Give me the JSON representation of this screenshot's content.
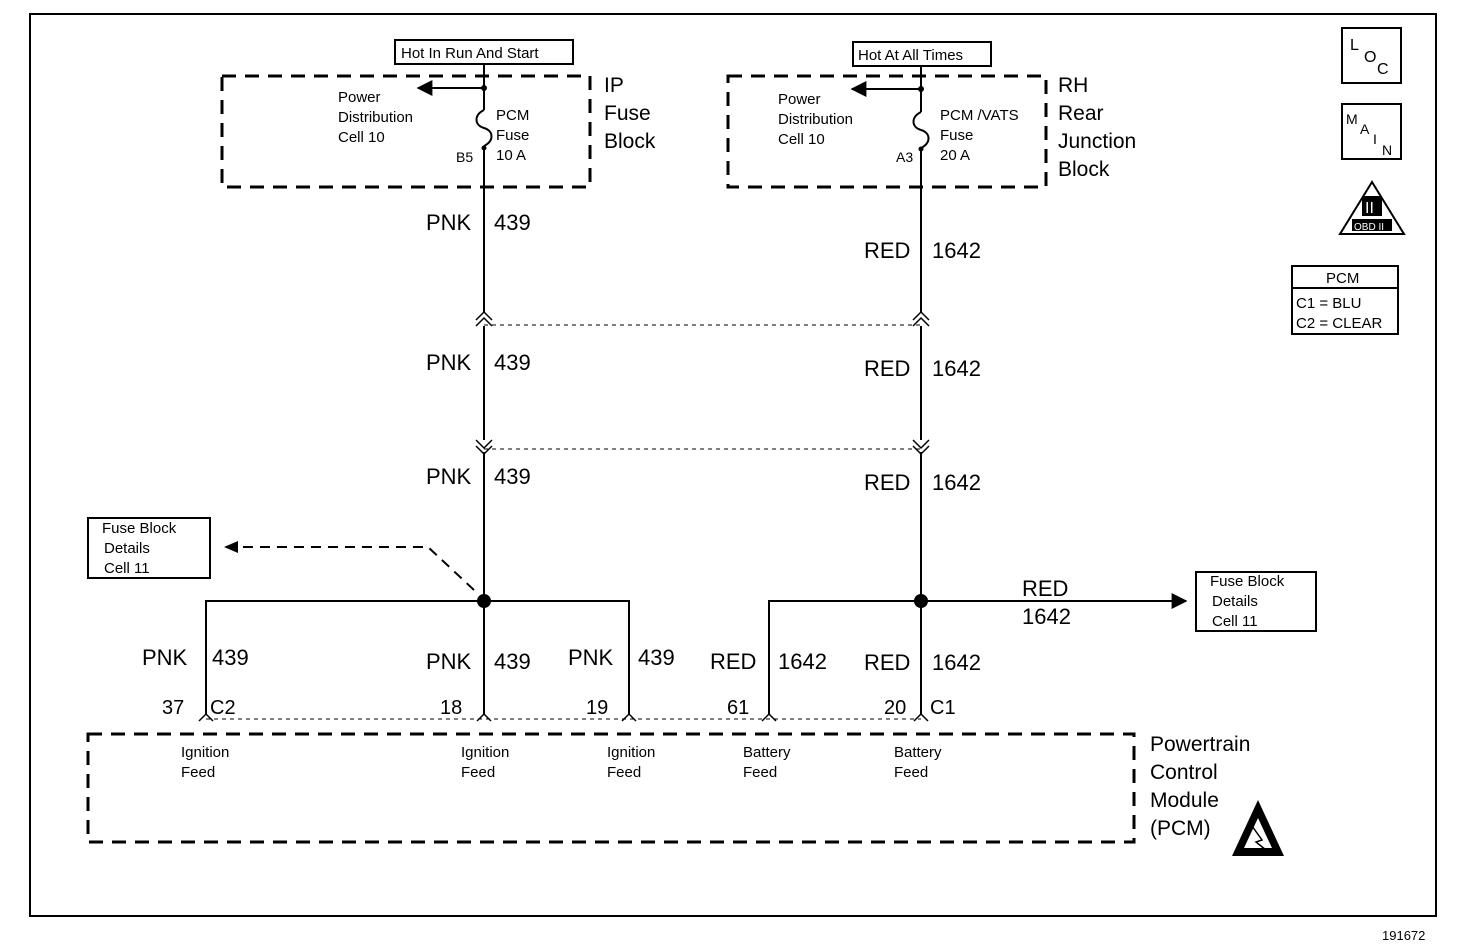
{
  "diagram_id": "191672",
  "circuit_labels": {
    "hot_run_start": "Hot In Run And Start",
    "hot_all_times": "Hot At All Times"
  },
  "ip_fuse_block": {
    "title": [
      "IP",
      "Fuse",
      "Block"
    ],
    "power_dist": [
      "Power",
      "Distribution",
      "Cell 10"
    ],
    "fuse": [
      "PCM",
      "Fuse",
      "10 A"
    ],
    "terminal": "B5"
  },
  "rh_junction_block": {
    "title": [
      "RH",
      "Rear",
      "Junction",
      "Block"
    ],
    "power_dist": [
      "Power",
      "Distribution",
      "Cell 10"
    ],
    "fuse": [
      "PCM /VATS",
      "Fuse",
      "20 A"
    ],
    "terminal": "A3"
  },
  "wires": {
    "pnk": {
      "color": "PNK",
      "circuit": "439"
    },
    "red": {
      "color": "RED",
      "circuit": "1642"
    }
  },
  "fuse_block_details": [
    "Fuse Block",
    "Details",
    "Cell 11"
  ],
  "pcm_table": {
    "title": "PCM",
    "rows": [
      "C1 = BLU",
      "C2 = CLEAR"
    ]
  },
  "side_icons": {
    "loc": [
      "L",
      "O",
      "C"
    ],
    "main": [
      "M",
      "A",
      "I",
      "N"
    ],
    "obd": "OBD II",
    "obd_numeral": "II"
  },
  "pins": [
    "37",
    "C2",
    "18",
    "19",
    "61",
    "20",
    "C1"
  ],
  "pcm_module": {
    "title": [
      "Powertrain",
      "Control",
      "Module",
      "(PCM)"
    ],
    "feeds": [
      [
        "Ignition",
        "Feed"
      ],
      [
        "Ignition",
        "Feed"
      ],
      [
        "Ignition",
        "Feed"
      ],
      [
        "Battery",
        "Feed"
      ],
      [
        "Battery",
        "Feed"
      ]
    ]
  }
}
